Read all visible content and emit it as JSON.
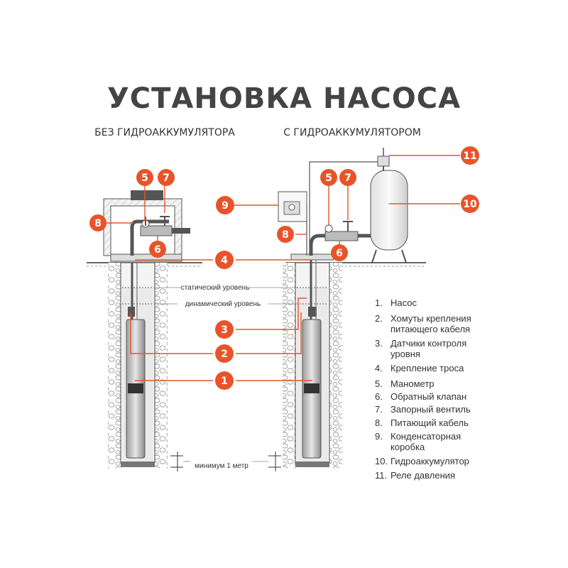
{
  "title": "УСТАНОВКА НАСОСА",
  "left_heading": "БЕЗ ГИДРОАККУМУЛЯТОРА",
  "right_heading": "С ГИДРОАККУМУЛЯТОРОМ",
  "levels": {
    "static": "статический уровень",
    "dynamic": "динамический уровень",
    "minimum": "минимум 1 метр"
  },
  "colors": {
    "accent": "#e8542a",
    "ground": "#cccccc",
    "stone": "#bdbdbd",
    "pipe": "#555555"
  },
  "badges": [
    "1",
    "2",
    "3",
    "4",
    "5",
    "6",
    "7",
    "8",
    "9",
    "10",
    "11"
  ],
  "legend": [
    {
      "num": "1.",
      "lines": [
        "Насос"
      ]
    },
    {
      "num": "2.",
      "lines": [
        "Хомуты крепления",
        "питающего кабеля"
      ]
    },
    {
      "num": "3.",
      "lines": [
        "Датчики контроля",
        "уровня"
      ]
    },
    {
      "num": "4.",
      "lines": [
        "Крепление троса"
      ]
    },
    {
      "num": "5.",
      "lines": [
        "Манометр"
      ]
    },
    {
      "num": "6.",
      "lines": [
        "Обратный клапан"
      ]
    },
    {
      "num": "7.",
      "lines": [
        "Запорный вентиль"
      ]
    },
    {
      "num": "8.",
      "lines": [
        "Питающий кабель"
      ]
    },
    {
      "num": "9.",
      "lines": [
        "Конденсаторная",
        "коробка"
      ]
    },
    {
      "num": "10.",
      "lines": [
        "Гидроаккумулятор"
      ]
    },
    {
      "num": "11.",
      "lines": [
        "Реле давления"
      ]
    }
  ]
}
